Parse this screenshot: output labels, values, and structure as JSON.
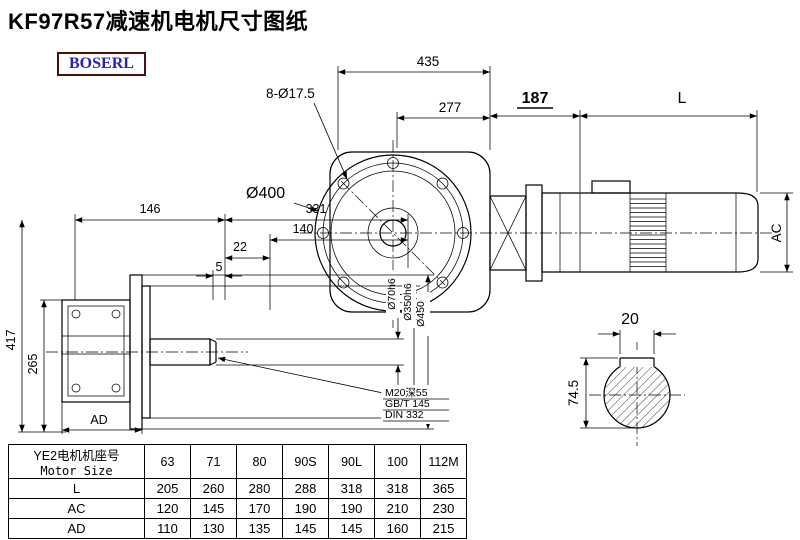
{
  "page": {
    "title": "KF97R57减速机电机尺寸图纸",
    "brand": "BOSERL"
  },
  "front_view": {
    "dim_width": "435",
    "dim_bolt_holes": "8-Ø17.5",
    "dim_277": "277",
    "dim_187": "187",
    "dim_motor_length": "L",
    "dim_flange_dia": "Ø400",
    "dim_motor_height": "AC"
  },
  "side_view": {
    "dim_146": "146",
    "dim_331": "331",
    "dim_140": "140",
    "dim_22": "22",
    "dim_5": "5",
    "dim_417": "417",
    "dim_265": "265",
    "dim_ad": "AD",
    "dim_shaft_dia": "Ø70h6",
    "dim_spigot_dia": "Ø350h6",
    "dim_flange_dia": "Ø450",
    "tap_note_line1": "M20深55",
    "tap_note_line2": "GB/T 145",
    "tap_note_line3": "DIN 332"
  },
  "shaft_section": {
    "dim_key_width": "20",
    "dim_overall": "74.5"
  },
  "table": {
    "header": {
      "line1": "YE2电机机座号",
      "line2": "Motor Size"
    },
    "sizes": [
      "63",
      "71",
      "80",
      "90S",
      "90L",
      "100",
      "112M"
    ],
    "rows": [
      {
        "label": "L",
        "values": [
          "205",
          "260",
          "280",
          "288",
          "318",
          "318",
          "365"
        ]
      },
      {
        "label": "AC",
        "values": [
          "120",
          "145",
          "170",
          "190",
          "190",
          "210",
          "230"
        ]
      },
      {
        "label": "AD",
        "values": [
          "110",
          "130",
          "135",
          "145",
          "145",
          "160",
          "215"
        ]
      }
    ]
  }
}
